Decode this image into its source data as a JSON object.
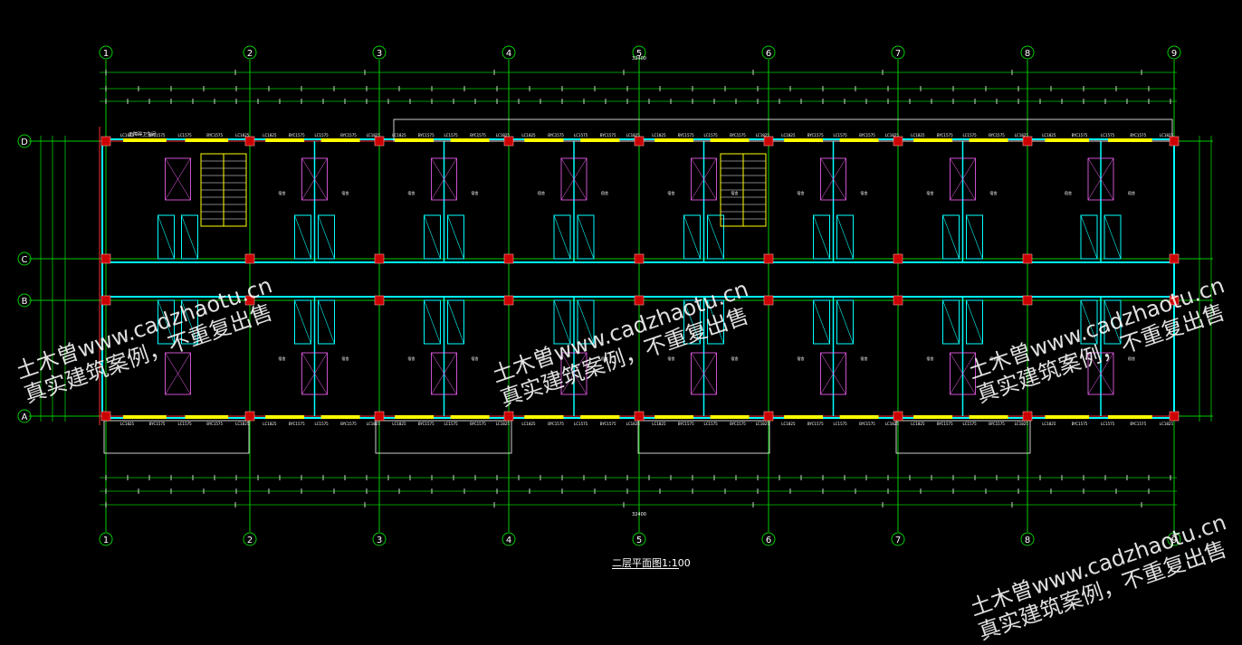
{
  "drawing": {
    "title": "二层平面图1:100",
    "axis_columns": [
      "1",
      "2",
      "3",
      "4",
      "5",
      "6",
      "7",
      "8",
      "9"
    ],
    "axis_rows": [
      "D",
      "C",
      "B",
      "A"
    ],
    "window_tags": [
      "LC1825",
      "BYC1575",
      "LC1575",
      "BYC1575",
      "LC1825"
    ],
    "room_label": "宿舍",
    "dim_top_overall": "32400",
    "dim_bottom_overall": "32400",
    "left_note": "无障碍卫生间"
  },
  "watermark": {
    "line1": "土木曽www.cadzhaotu.cn",
    "line2": "真实建筑案例，不重复出售"
  },
  "colors": {
    "background": "#000000",
    "axis": "#00cc00",
    "wall": "#00ffff",
    "column": "#cc0000",
    "window": "#ffff00",
    "dim": "#ffffff",
    "red_line": "#ff3030"
  }
}
